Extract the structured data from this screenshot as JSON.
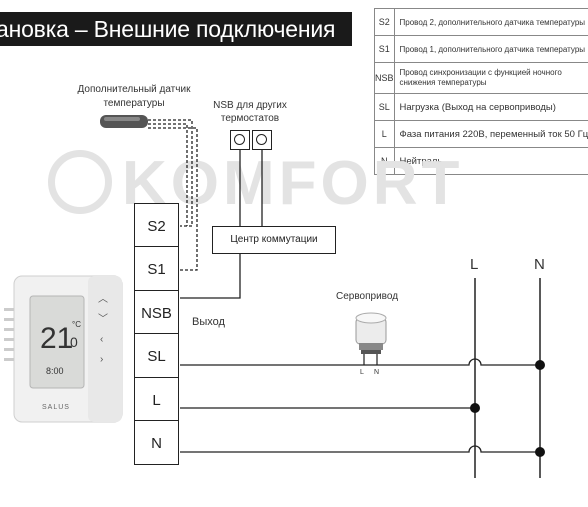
{
  "title": "ановка – Внешние подключения",
  "watermark": "KOMFORT",
  "legend": [
    {
      "code": "S2",
      "text": "Провод 2, дополнительного датчика температуры"
    },
    {
      "code": "S1",
      "text": "Провод 1, дополнительного датчика температуры"
    },
    {
      "code": "NSB",
      "text": "Провод синхронизации с функцией ночного снижения температуры"
    },
    {
      "code": "SL",
      "text": "Нагрузка (Выход на сервоприводы)"
    },
    {
      "code": "L",
      "text": "Фаза питания 220В, переменный ток 50 Гц"
    },
    {
      "code": "N",
      "text": "Нейтраль"
    }
  ],
  "sensor_label_line1": "Дополнительный датчик",
  "sensor_label_line2": "температуры",
  "nsb_label_line1": "NSB для других",
  "nsb_label_line2": "термостатов",
  "commutation_center": "Центр коммутации",
  "output_label": "Выход",
  "actuator_label": "Сервопривод",
  "actuator_pins": [
    "L",
    "N"
  ],
  "terminals": [
    "S2",
    "S1",
    "NSB",
    "SL",
    "L",
    "N"
  ],
  "bus_lines": [
    "L",
    "N"
  ],
  "thermostat": {
    "display_temp": "21",
    "display_decimal": "0",
    "display_unit": "°C",
    "display_time": "8:00",
    "brand": "SALUS"
  }
}
